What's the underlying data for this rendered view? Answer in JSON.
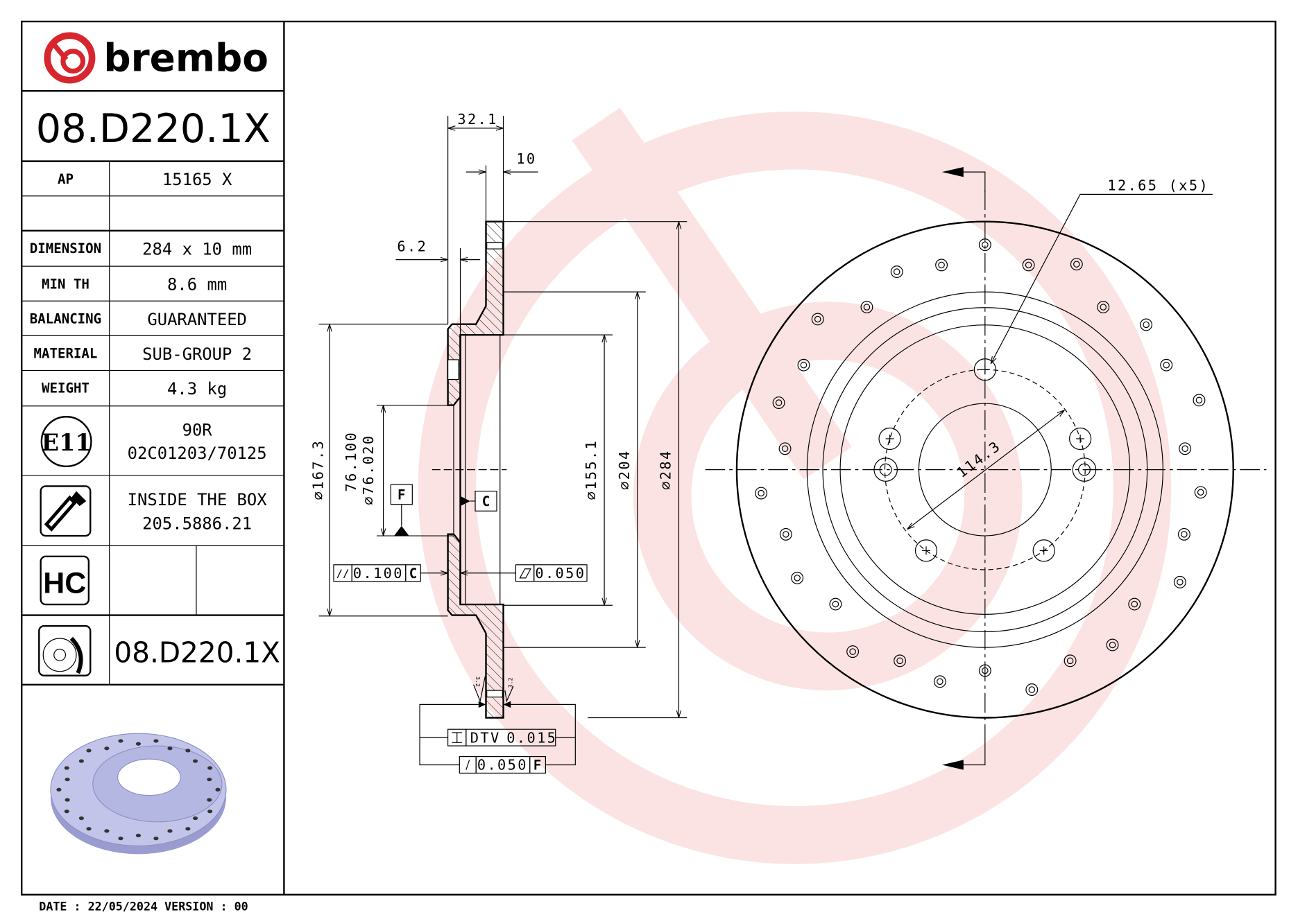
{
  "title_block": {
    "brand": "brembo",
    "brand_color": "#d7262e",
    "part_number": "08.D220.1X",
    "rows": [
      {
        "label": "AP",
        "value": "15165 X"
      },
      {
        "label": "",
        "value": ""
      },
      {
        "label": "DIMENSION",
        "value": "284 x 10 mm"
      },
      {
        "label": "MIN TH",
        "value": "8.6 mm"
      },
      {
        "label": "BALANCING",
        "value": "GUARANTEED"
      },
      {
        "label": "MATERIAL",
        "value": "SUB-GROUP 2"
      },
      {
        "label": "WEIGHT",
        "value": "4.3 kg"
      }
    ],
    "homologation": {
      "mark": "E11",
      "line1": "90R",
      "line2": "02C01203/70125"
    },
    "inside_box": {
      "label": "INSIDE THE BOX",
      "value": "205.5886.21",
      "icon": "screw-icon"
    },
    "hc": {
      "mark": "HC"
    },
    "reference": {
      "icon": "disc-caliper-icon",
      "part_number": "08.D220.1X"
    },
    "image": {
      "icon": "drilled-disc-3d-render",
      "color": "#b7b9e6"
    }
  },
  "footer": {
    "text": "DATE : 22/05/2024 VERSION : 00"
  },
  "section_view": {
    "overall_height": "32.1",
    "thickness": "10",
    "hat_face": "6.2",
    "d_hat": "⌀167.3",
    "d_bore_max": "76.100",
    "d_bore_min": "⌀76.020",
    "d_inner": "⌀155.1",
    "d_ring_inner": "⌀204",
    "d_outer": "⌀284",
    "datum_f": "F",
    "datum_c": "C",
    "parallelism": {
      "symbol": "//",
      "value": "0.100",
      "datum": "C"
    },
    "flatness": {
      "value": "0.050"
    },
    "roughness": [
      "3.2",
      "3.2"
    ],
    "dtv": {
      "label": "DTV",
      "value": "0.015"
    },
    "runout": {
      "value": "0.050",
      "datum": "F"
    }
  },
  "front_view": {
    "hole_callout": "12.65",
    "hole_count": "(x5)",
    "bolt_circle": "114.3"
  },
  "watermark_color": "#fbe3e3"
}
